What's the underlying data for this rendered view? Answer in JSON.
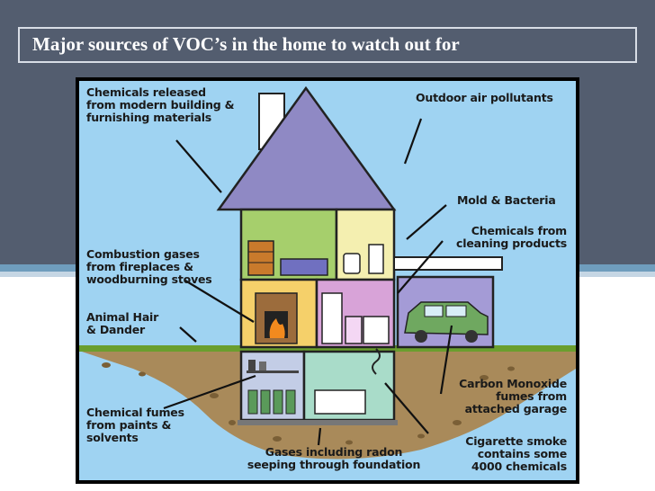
{
  "slide": {
    "title": "Major sources of  VOC’s in the home to watch out for"
  },
  "diagram": {
    "labels": {
      "building_materials": "Chemicals released\nfrom modern building &\nfurnishing materials",
      "outdoor_air": "Outdoor air pollutants",
      "mold": "Mold & Bacteria",
      "cleaning": "Chemicals from\ncleaning products",
      "combustion": "Combustion gases\nfrom fireplaces &\nwoodburning stoves",
      "animal_hair": "Animal Hair\n& Dander",
      "carbon_monoxide": "Carbon Monoxide\nfumes from\nattached garage",
      "paints": "Chemical fumes\nfrom paints &\nsolvents",
      "radon": "Gases including radon\nseeping through foundation",
      "cigarette": "Cigarette smoke\ncontains some\n4000 chemicals"
    },
    "colors": {
      "sky": "#9fd3f2",
      "roof": "#8f89c4",
      "upper_left_room": "#a6cf6c",
      "upper_right_room": "#f4efb0",
      "living_room": "#f5d06a",
      "kitchen": "#d8a3d8",
      "garage": "#a49bd6",
      "basement_left": "#c3cde6",
      "basement_right": "#a9dcc9",
      "ground": "#a98a5a",
      "grass": "#6a9e2e"
    }
  }
}
